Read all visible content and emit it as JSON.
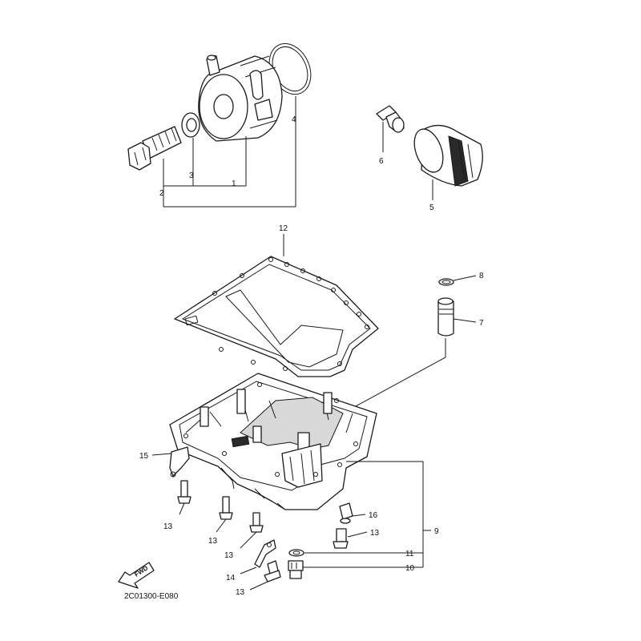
{
  "diagram_code": "2C01300-E080",
  "fwd_label": "FWD",
  "callouts": {
    "c1": "1",
    "c2": "2",
    "c3": "3",
    "c4": "4",
    "c5": "5",
    "c6": "6",
    "c7": "7",
    "c8": "8",
    "c9": "9",
    "c10": "10",
    "c11": "11",
    "c12": "12",
    "c13a": "13",
    "c13b": "13",
    "c13c": "13",
    "c13d": "13",
    "c13e": "13",
    "c14": "14",
    "c15": "15",
    "c16": "16"
  }
}
